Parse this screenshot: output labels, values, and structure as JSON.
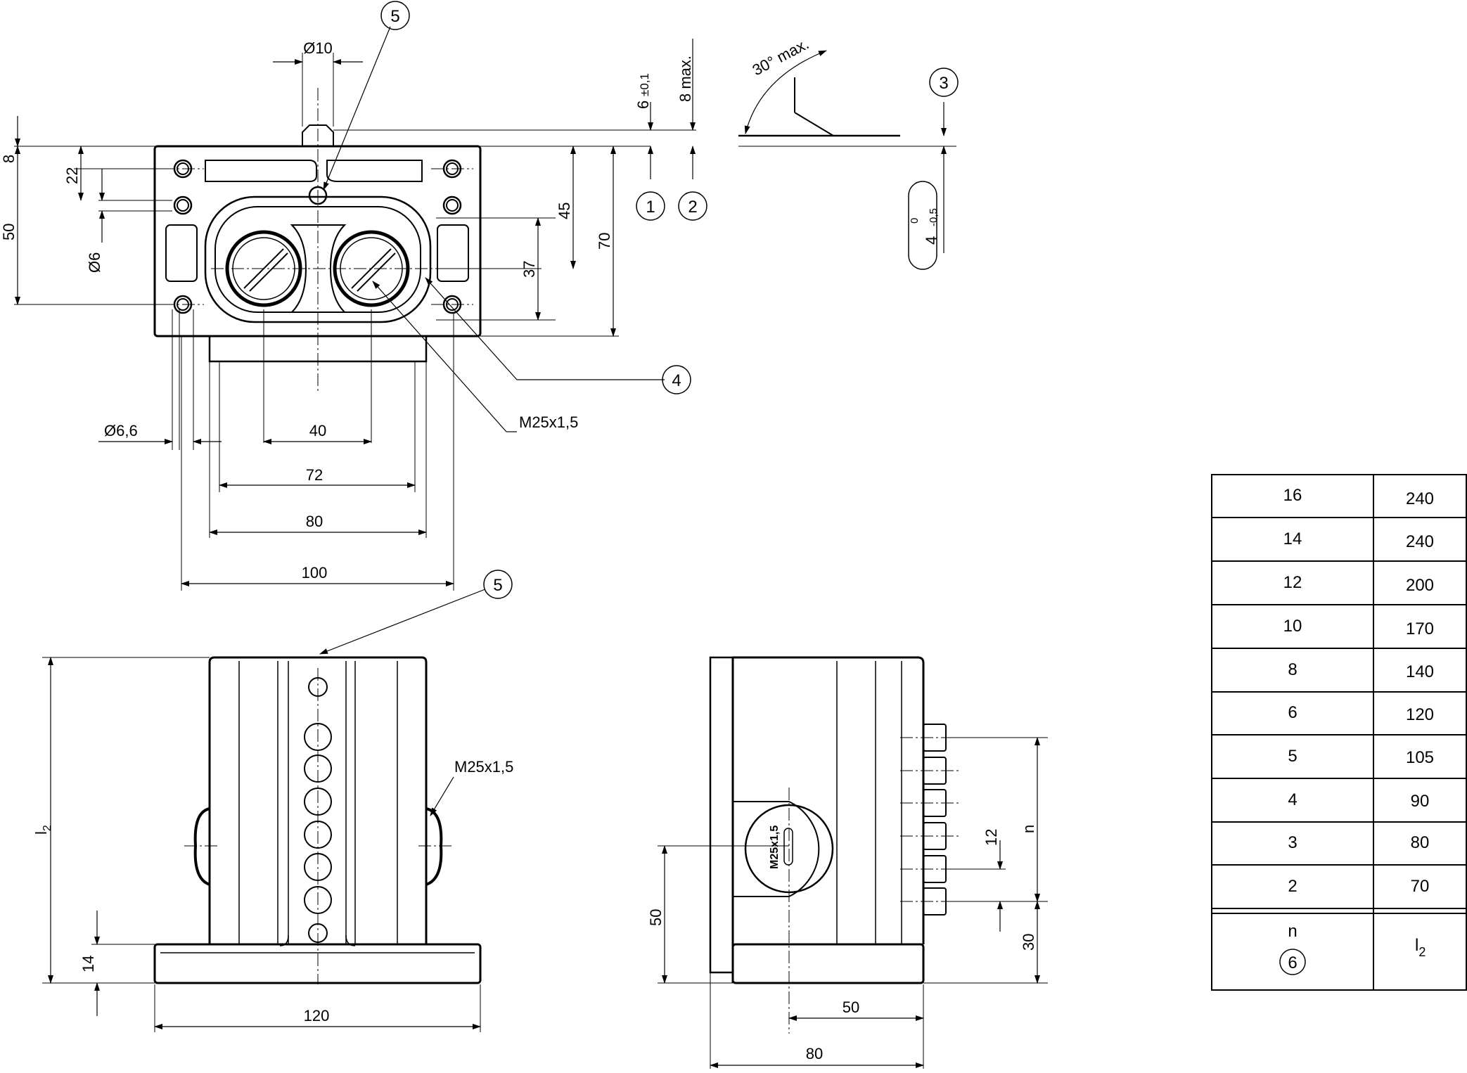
{
  "top_view": {
    "dim_phi10": "Ø10",
    "dim_6": "6",
    "dim_6_tol": "±0,1",
    "dim_8max": "8 max.",
    "dim_30": "30° max.",
    "dim_8": "8",
    "dim_22": "22",
    "dim_50": "50",
    "dim_phi6": "Ø6",
    "dim_45": "45",
    "dim_70": "70",
    "dim_37": "37",
    "dim_4": "4",
    "dim_4_tol_upper": "0",
    "dim_4_tol_lower": "-0,5",
    "dim_phi66": "Ø6,6",
    "dim_40": "40",
    "dim_72": "72",
    "dim_80": "80",
    "dim_100": "100",
    "thread_label": "M25x1,5"
  },
  "front_view": {
    "dim_l2": "l",
    "dim_l2_sub": "2",
    "dim_14": "14",
    "dim_120": "120",
    "thread_label": "M25x1,5"
  },
  "side_view": {
    "dim_50_vert": "50",
    "dim_12": "12",
    "dim_n": "n",
    "dim_30": "30",
    "dim_50_horiz": "50",
    "dim_80": "80",
    "thread_label": "M25x1,5"
  },
  "callouts": {
    "c1": "1",
    "c2": "2",
    "c3": "3",
    "c4": "4",
    "c5a": "5",
    "c5b": "5"
  },
  "table": {
    "rows": [
      {
        "n": "16",
        "l2": "240"
      },
      {
        "n": "14",
        "l2": "240"
      },
      {
        "n": "12",
        "l2": "200"
      },
      {
        "n": "10",
        "l2": "170"
      },
      {
        "n": "8",
        "l2": "140"
      },
      {
        "n": "6",
        "l2": "120"
      },
      {
        "n": "5",
        "l2": "105"
      },
      {
        "n": "4",
        "l2": "90"
      },
      {
        "n": "3",
        "l2": "80"
      },
      {
        "n": "2",
        "l2": "70"
      }
    ],
    "header_n": "n",
    "header_n_ref": "6",
    "header_l": "l",
    "header_l_sub": "2"
  }
}
